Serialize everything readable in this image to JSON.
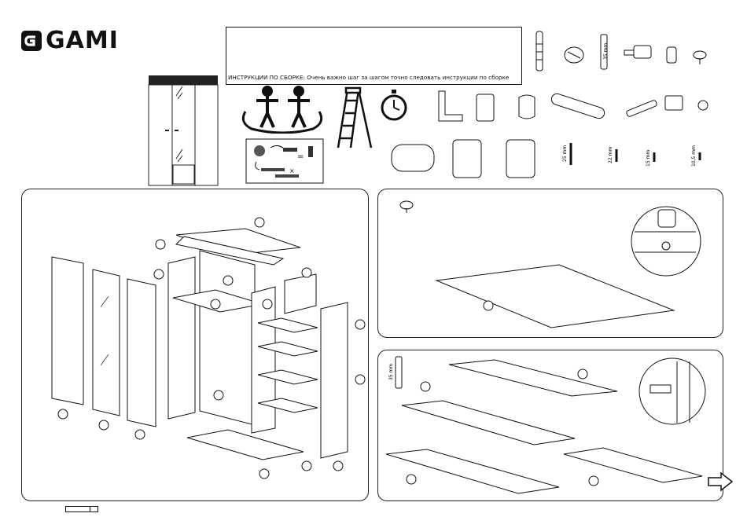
{
  "brand": {
    "name": "GAMI"
  },
  "header": {
    "instructions_text": "ИНСТРУКЦИИ ПО СБОРКЕ: Очень важно шаг за шагом точно следовать инструкции по сборке"
  },
  "hardware_sizes": {
    "dowel_height": "35 mm",
    "screw_25": "25 mm",
    "screw_22": "22 mm",
    "screw_15": "15 mm",
    "screw_10_5": "10,5 mm",
    "dowel_step_2": "35 mm"
  },
  "icons": [
    "gami-logo-icon",
    "wardrobe-icon",
    "two-people-icon",
    "ladder-icon",
    "clock-icon",
    "hammer-tool-icon",
    "next-arrow-icon"
  ],
  "navigation": {
    "next": "next-page-arrow"
  }
}
